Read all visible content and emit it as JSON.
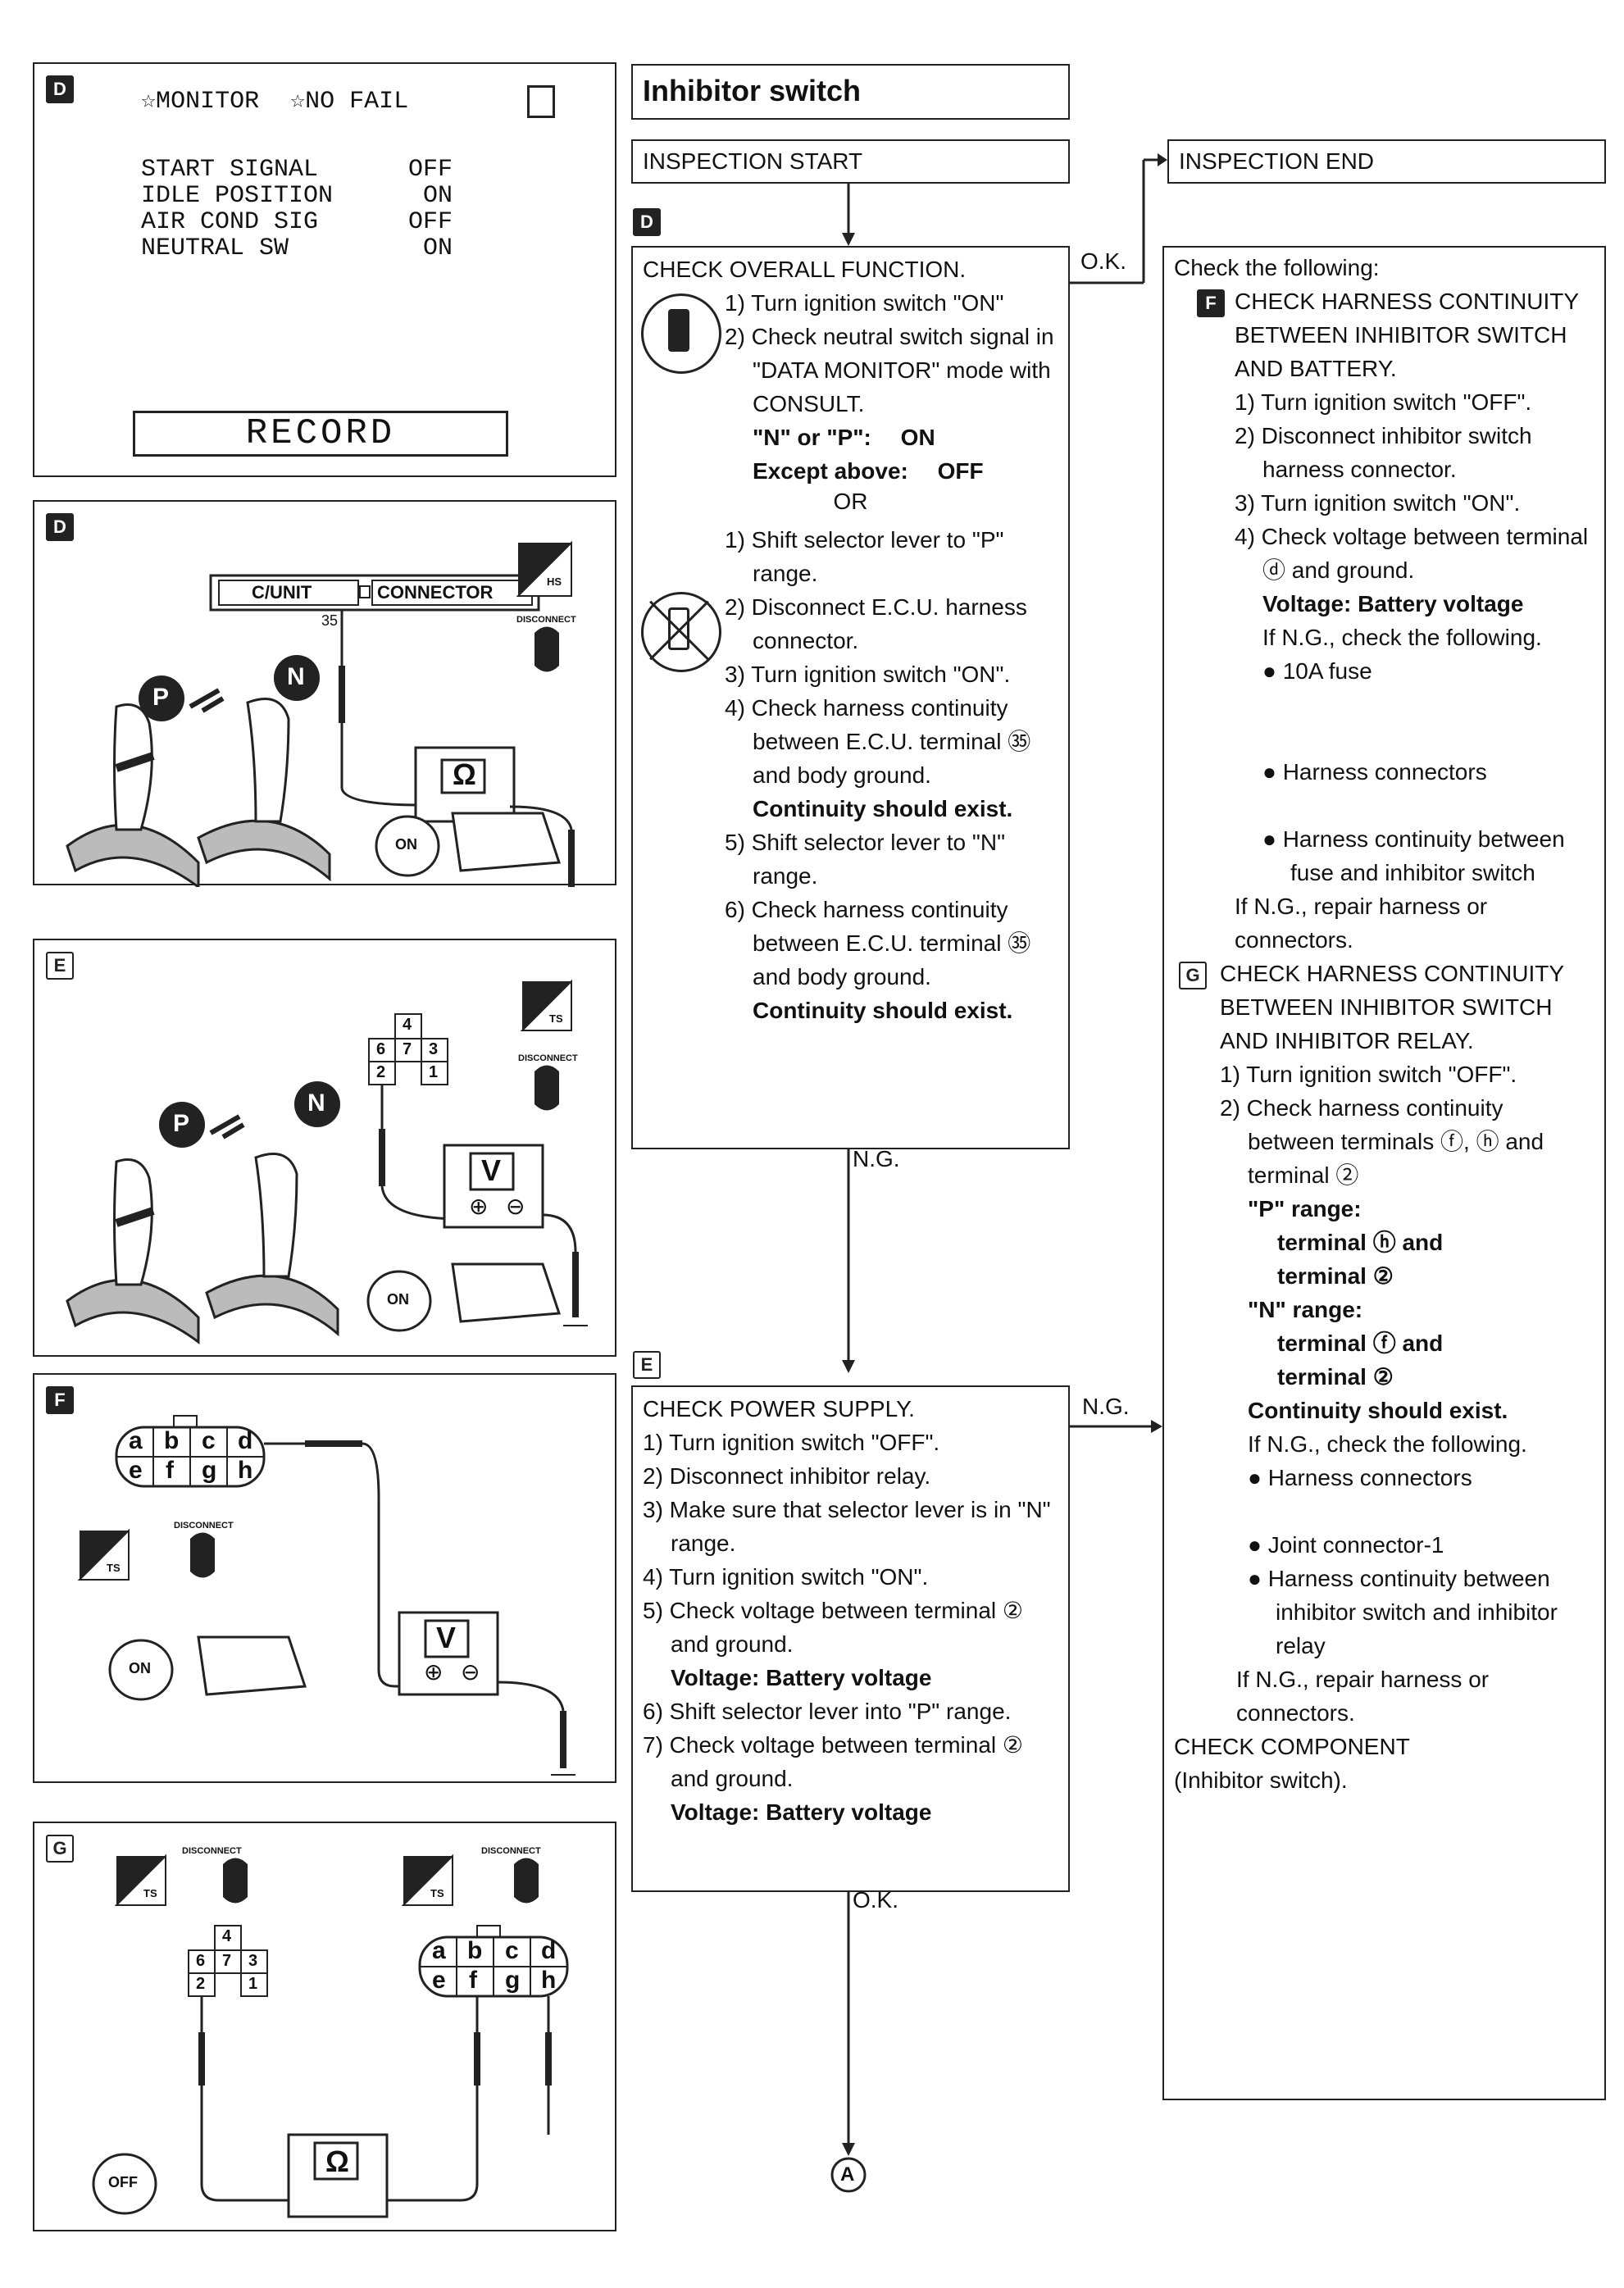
{
  "screen_panel": {
    "tag": "D",
    "header_monitor": "☆MONITOR",
    "header_nofail": "☆NO FAIL",
    "rows": [
      {
        "name": "START SIGNAL",
        "value": "OFF"
      },
      {
        "name": "IDLE POSITION",
        "value": "ON"
      },
      {
        "name": "AIR COND SIG",
        "value": "OFF"
      },
      {
        "name": "NEUTRAL SW",
        "value": "ON"
      }
    ],
    "button": "RECORD"
  },
  "diagram_panels": [
    {
      "tag": "D",
      "label_unit": "C/UNIT",
      "label_connector": "CONNECTOR",
      "pin": "35",
      "p": "P",
      "n": "N",
      "meter": "Ω",
      "key": "ON",
      "badge": "HS",
      "disc": "DISCONNECT"
    },
    {
      "tag": "E",
      "pins": [
        "4",
        "6",
        "7",
        "3",
        "2",
        "1"
      ],
      "p": "P",
      "n": "N",
      "meter": "V",
      "key": "ON",
      "badge": "TS",
      "disc": "DISCONNECT",
      "plus": "⊕",
      "minus": "⊖"
    },
    {
      "tag": "F",
      "pins_top": [
        "a",
        "b",
        "c",
        "d"
      ],
      "pins_bottom": [
        "e",
        "f",
        "g",
        "h"
      ],
      "meter": "V",
      "key": "ON",
      "badge": "TS",
      "disc": "DISCONNECT",
      "plus": "⊕",
      "minus": "⊖"
    },
    {
      "tag": "G",
      "pins": [
        "4",
        "6",
        "7",
        "3",
        "2",
        "1"
      ],
      "pins_top": [
        "a",
        "b",
        "c",
        "d"
      ],
      "pins_bottom": [
        "e",
        "f",
        "g",
        "h"
      ],
      "meter": "Ω",
      "key": "OFF",
      "badge": "TS",
      "disc": "DISCONNECT"
    }
  ],
  "title": "Inhibitor switch",
  "start": "INSPECTION START",
  "end": "INSPECTION END",
  "flow_labels": {
    "ok1": "O.K.",
    "ng1": "N.G.",
    "ng2": "N.G.",
    "ok2": "O.K.",
    "connector": "A"
  },
  "box_d": {
    "tag": "D",
    "title": "CHECK OVERALL FUNCTION.",
    "steps_a": [
      "1) Turn ignition switch \"ON\"",
      "2) Check neutral switch signal in \"DATA MONITOR\" mode with CONSULT."
    ],
    "spec_1_label": "\"N\" or \"P\":",
    "spec_1_value": "ON",
    "spec_2_label": "Except above:",
    "spec_2_value": "OFF",
    "or": "OR",
    "steps_b": [
      "1) Shift selector lever to \"P\" range.",
      "2) Disconnect E.C.U. harness connector.",
      "3) Turn ignition switch \"ON\".",
      "4) Check harness continuity between E.C.U. terminal ㉟ and body ground."
    ],
    "spec_3": "Continuity should exist.",
    "steps_c": [
      "5) Shift selector lever to \"N\" range.",
      "6) Check harness continuity between E.C.U. terminal ㉟ and body ground."
    ],
    "spec_4": "Continuity should exist."
  },
  "box_e": {
    "tag": "E",
    "title": "CHECK POWER SUPPLY.",
    "steps_a": [
      "1) Turn ignition switch \"OFF\".",
      "2) Disconnect inhibitor relay.",
      "3) Make sure that selector lever is in \"N\" range.",
      "4) Turn ignition switch \"ON\".",
      "5) Check voltage between terminal ② and ground."
    ],
    "spec_1": "Voltage: Battery voltage",
    "steps_b": [
      "6) Shift selector lever into \"P\" range.",
      "7) Check voltage between terminal ② and ground."
    ],
    "spec_2": "Voltage: Battery voltage"
  },
  "box_right": {
    "intro": "Check the following:",
    "f_tag": "F",
    "f_title": "CHECK HARNESS CONTINUITY BETWEEN INHIBITOR SWITCH AND BATTERY.",
    "f_steps": [
      "1) Turn ignition switch \"OFF\".",
      "2) Disconnect inhibitor switch harness connector.",
      "3) Turn ignition switch \"ON\".",
      "4) Check voltage between terminal ⓓ and ground."
    ],
    "f_spec": "Voltage: Battery voltage",
    "f_ng": "If N.G., check the following.",
    "f_items": [
      "● 10A fuse",
      "● Harness connectors",
      "● Harness continuity between fuse and inhibitor switch"
    ],
    "f_repair": "If N.G., repair harness or connectors.",
    "g_tag": "G",
    "g_title": "CHECK HARNESS CONTINUITY BETWEEN INHIBITOR SWITCH AND INHIBITOR RELAY.",
    "g_steps": [
      "1) Turn ignition switch \"OFF\".",
      "2) Check harness continuity between terminals ⓕ, ⓗ and terminal ②"
    ],
    "g_p_label": "\"P\" range:",
    "g_p_1": "terminal ⓗ and",
    "g_p_2": "terminal ②",
    "g_n_label": "\"N\" range:",
    "g_n_1": "terminal ⓕ and",
    "g_n_2": "terminal ②",
    "g_spec": "Continuity should exist.",
    "g_ng": "If N.G., check the following.",
    "g_items": [
      "● Harness connectors",
      "● Joint connector-1",
      "● Harness continuity between inhibitor switch and inhibitor relay"
    ],
    "g_repair": "If N.G., repair harness or connectors.",
    "component": "CHECK COMPONENT (Inhibitor switch)."
  }
}
